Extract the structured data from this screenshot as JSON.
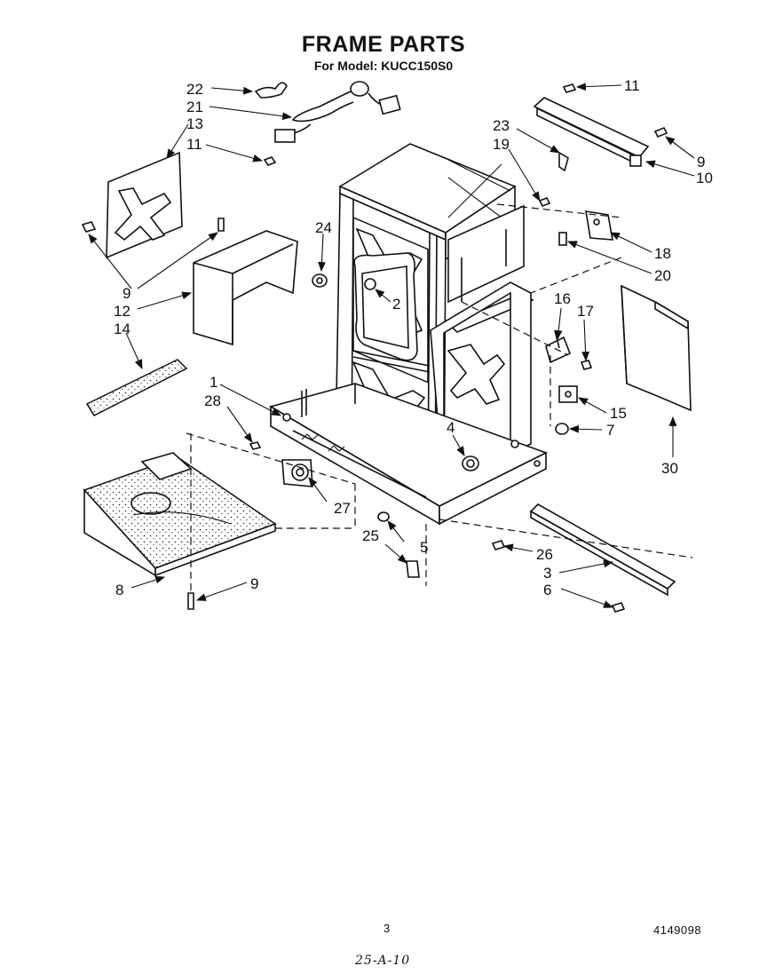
{
  "header": {
    "title": "FRAME PARTS",
    "subtitle": "For Model: KUCC150S0"
  },
  "callouts": [
    "22",
    "21",
    "13",
    "11",
    "9",
    "12",
    "14",
    "24",
    "2",
    "1",
    "28",
    "4",
    "27",
    "25",
    "5",
    "26",
    "3",
    "6",
    "8",
    "9",
    "11",
    "23",
    "19",
    "9",
    "10",
    "18",
    "20",
    "16",
    "17",
    "15",
    "7",
    "30"
  ],
  "footer": {
    "page_number": "3",
    "document_number": "4149098",
    "handwritten_note": "25-A-10"
  }
}
